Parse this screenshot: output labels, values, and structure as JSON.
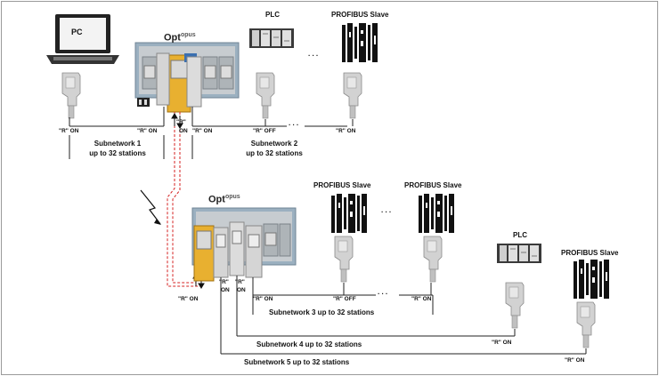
{
  "labels": {
    "pc": "PC",
    "brand": "Opt",
    "brand_sup": "opus",
    "plc": "PLC",
    "profibus_slave": "PROFIBUS Slave",
    "dots": ". . .",
    "r_on": "\"R\" ON",
    "r_off": "\"R\" OFF",
    "r": "\"R\"",
    "on": "ON",
    "subnet1_line1": "Subnetwork 1",
    "subnet1_line2": "up to 32 stations",
    "subnet2_line1": "Subnetwork 2",
    "subnet2_line2": "up to 32 stations",
    "subnet3": "Subnetwork 3 up to 32 stations",
    "subnet4": "Subnetwork 4 up to 32 stations",
    "subnet5": "Subnetwork 5 up to 32 stations"
  },
  "colors": {
    "bus_line": "#222222",
    "fiber": "#d42020",
    "module_grey": "#c7ccd0",
    "module_frame": "#9bb0c0",
    "fiber_module": "#e8b030",
    "connector": "#cfcfcf"
  }
}
